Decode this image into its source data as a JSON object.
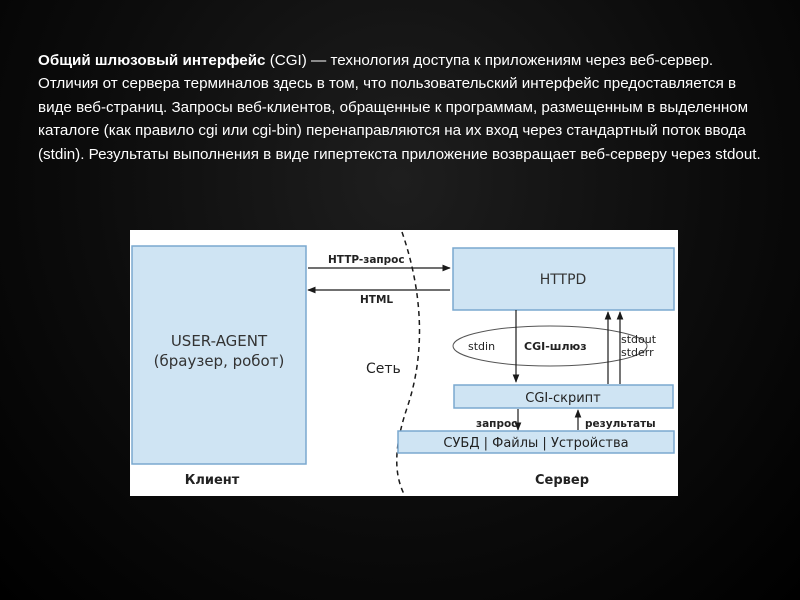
{
  "text": {
    "term": "Общий шлюзовый интерфейс",
    "body": " (CGI) — технология доступа к приложениям через веб-сервер. Отличия от сервера терминалов здесь в том, что пользовательский интерфейс предоставляется в виде веб-страниц. Запросы веб-клиентов, обращенные к программам, размещенным в выделенном каталоге (как правило cgi или cgi-bin) перенаправляются на их вход через стандартный поток ввода (stdin). Результаты выполнения в виде гипертекста приложение возвращает веб-серверу через stdout."
  },
  "diagram": {
    "user_agent_title": "USER-AGENT",
    "user_agent_sub": "(браузер, робот)",
    "network_label": "Сеть",
    "http_request_label": "HTTP-запрос",
    "html_label": "HTML",
    "httpd_label": "HTTPD",
    "stdin_label": "stdin",
    "gateway_label": "CGI-шлюз",
    "stdout_label": "stdout",
    "stderr_label": "stderr",
    "cgi_script_label": "CGI-скрипт",
    "request_label": "запрос",
    "results_label": "результаты",
    "backend_label": "СУБД | Файлы | Устройства",
    "client_label": "Клиент",
    "server_label": "Сервер",
    "colors": {
      "box_fill": "#cfe4f3",
      "box_stroke": "#7aa8cf",
      "line": "#1a1a1a"
    }
  }
}
